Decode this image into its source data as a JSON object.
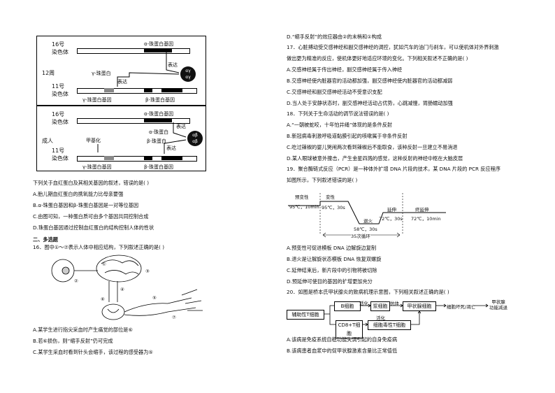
{
  "figure1": {
    "panel_top": {
      "chr16": [
        "16号",
        "染色体"
      ],
      "week_label": "12周",
      "chr11": [
        "11号",
        "染色体"
      ],
      "alpha_gene": "α-珠蛋白基因",
      "gamma_protein": "γ-珠蛋白",
      "express1": "表达",
      "express2": "表达",
      "gamma_gene": "γ-珠蛋白基因",
      "beta_gene": "β-珠蛋白基因",
      "circle": [
        "αγ",
        "αγ"
      ]
    },
    "panel_bottom": {
      "chr16": [
        "16号",
        "染色体"
      ],
      "adult_label": "成人",
      "chr11": [
        "11号",
        "染色体"
      ],
      "methyl": "甲基化",
      "alpha_gene": "α-珠蛋白基因",
      "alpha_protein": "α-珠蛋白",
      "beta_protein": "β-珠蛋白",
      "express1": "表达",
      "express2": "表达",
      "gamma_gene": "γ-珠蛋白基因",
      "beta_gene": "β-珠蛋白基因",
      "circle": [
        "αβ",
        "αβ"
      ]
    }
  },
  "left_text": {
    "q_intro": "下列关于血红蛋白及其相关基因的叙述，错误的是(    )",
    "opts": [
      "A.胎儿期血红蛋白的携氧能力比母亲要强",
      "B.α-珠蛋白基因和β-珠蛋白基因是一对等位基因",
      "C.由图可知，一种蛋白质可由多个基因共同控制合成",
      "D.珠蛋白基因通过控制血红蛋白的结构控制人体的性状"
    ],
    "section": "二、多选题",
    "q16": "16．图中①～⑦表示人体中相应结构，下列叙述正确的是(    )",
    "q16_opts": [
      "A.某学生进行指尖采血时产生痛觉的部位是⑥",
      "B.若⑥损伤，则“缩手反射”仍可完成",
      "C.某学生采血时看到针头会缩手，该过程的感受器为⑤"
    ]
  },
  "right_text": {
    "d_line": "D.“缩手反射”的效应器由②的末梢和①构成",
    "q17a": "17．心脏搏动受交感神经和副交感神经的调控，犹如汽车的油门与刹车，可以使机体对外界刺激",
    "q17b": "做出更为精准的反应，使机体更好地适应环境的变化。下列相关叙述不正确的是(    )",
    "q17_opts": [
      "A.交感神经属于传出神经，副交感神经属于传入神经",
      "B.交感神经使内脏器官的活动都加强，副交感神经使内脏器官的活动都减弱",
      "C.交感神经和副交感神经活动不受意识支配",
      "D.当人处于安静状态时，副交感神经活动占优势，心跳减慢，胃肠蠕动加强"
    ],
    "q18": "18．下列关于生命活动的调节说法错误的是(    )",
    "q18_opts": [
      "A.“一朝被蛇咬，十年怕井绳”体现的是条件反射",
      "B.新冠病毒刺激呼吸道黏膜引起的咳嗽属于非条件反射",
      "C.吃过辣椒的婴儿哭闹两次看到辣椒后不能取食，该种反射一旦建立不易消退",
      "D.某人眼球被意外撞击，产生金星四溅的感觉，这种反射的神经中枢在大脑皮层"
    ],
    "q19a": "19．聚合酶链式反应（PCR）是一种体外扩增 DNA 片段的技术，某 DNA 片段的 PCR 反应程序",
    "q19b": "如图所示，下列叙述错误的是(    )",
    "q19_opts": [
      "A.预变性可促进模板 DNA 边解旋边复制",
      "B.退火是让解旋状态模板 DNA 恢复双螺旋",
      "C.延伸结束后，新片段中的引物将被切除",
      "D.预延伸可使目的基因的扩增更加充分"
    ],
    "q20": "20．如图是桥本氏甲状腺炎的致病机理示意图，下列相关叙述正确的是(    )",
    "q20_opts": [
      "A.该病是免疫系统自稳功能失调引起的自身免疫病",
      "B.该病患者血浆中的促甲状腺激素含量比正常值低"
    ]
  },
  "pcr": {
    "pre_denature": "预变性",
    "pre_cond": "95℃，10min",
    "denature": "变性",
    "den_cond": "95℃，30s",
    "anneal": "退火",
    "ann_cond": "58℃，30s",
    "extend": "延伸",
    "ext_cond": "72℃，30s",
    "final": "终延伸",
    "fin_cond": "72℃，10min",
    "cycles": "35次循环"
  },
  "flow": {
    "helper": "辅助性T细胞",
    "b_cell": "B细胞",
    "activate1": "活化",
    "plasma": "浆细胞",
    "antibody": "抗体",
    "thyroid": "甲状腺细胞",
    "damage": "细胞坏死/凋亡",
    "result": [
      "甲状腺",
      "功能减退"
    ],
    "cd8": "CD8+T细胞",
    "activate2": "活化",
    "ctl": "细胞毒性T细胞"
  },
  "brain_fig": {
    "labels": [
      "①",
      "②",
      "③",
      "④",
      "⑤",
      "⑥",
      "⑦"
    ]
  }
}
